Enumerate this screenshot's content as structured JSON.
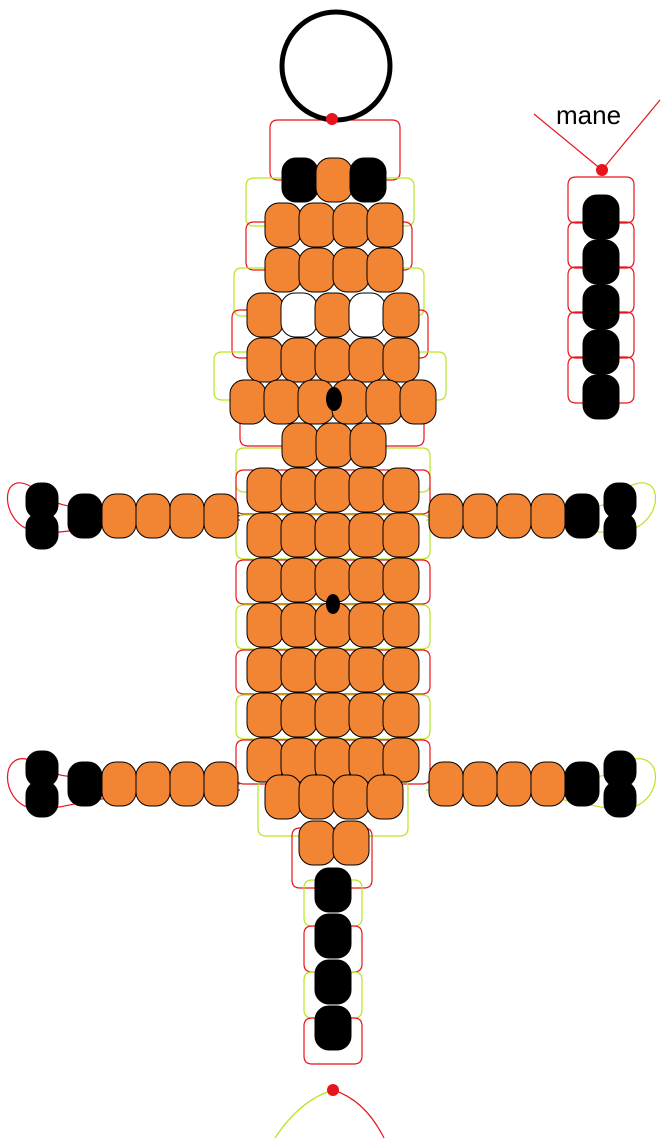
{
  "colors": {
    "orange_bead": "#f28534",
    "black_bead": "#000000",
    "white_bead": "#ffffff",
    "red_thread": "#e8141c",
    "green_thread": "#b6e61e",
    "ring": "#000000"
  },
  "labels": {
    "mane": "mane"
  },
  "pattern": {
    "key_ring": {
      "color": "black"
    },
    "head_rows": [
      [
        "black",
        "orange",
        "black"
      ],
      [
        "orange",
        "orange",
        "orange",
        "orange"
      ],
      [
        "orange",
        "orange",
        "orange",
        "orange"
      ],
      [
        "orange",
        "white",
        "orange",
        "white",
        "orange"
      ],
      [
        "orange",
        "orange",
        "orange",
        "orange",
        "orange"
      ],
      [
        "orange",
        "orange",
        "orange",
        "orange",
        "orange",
        "orange"
      ]
    ],
    "neck_rows": [
      [
        "orange",
        "orange",
        "orange"
      ]
    ],
    "body_rows_count": 7,
    "body_row_beads": [
      "orange",
      "orange",
      "orange",
      "orange",
      "orange"
    ],
    "tail_rows": [
      [
        "orange",
        "orange",
        "orange",
        "orange"
      ],
      [
        "orange",
        "orange"
      ]
    ],
    "tail_strand": [
      "black",
      "black",
      "black",
      "black"
    ],
    "leg_beads": [
      "black",
      "orange",
      "orange",
      "orange",
      "orange"
    ],
    "paw_beads": [
      "black",
      "black"
    ],
    "mane_strand": [
      "black",
      "black",
      "black",
      "black",
      "black"
    ]
  }
}
